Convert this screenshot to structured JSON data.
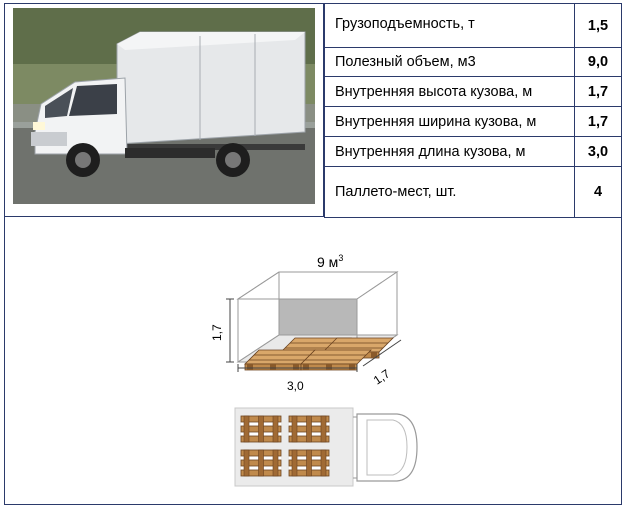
{
  "specs": [
    {
      "label": "Грузоподъемность, т",
      "value": "1,5"
    },
    {
      "label": "Полезный объем, м3",
      "value": "9,0"
    },
    {
      "label": "Внутренняя высота кузова, м",
      "value": "1,7"
    },
    {
      "label": "Внутренняя ширина кузова, м",
      "value": "1,7"
    },
    {
      "label": "Внутренняя длина кузова, м",
      "value": "3,0"
    },
    {
      "label": "Паллето-мест, шт.",
      "value": "4"
    }
  ],
  "diagram": {
    "volume_label": "9 м",
    "volume_exp": "3",
    "height_label": "1,7",
    "length_label": "3,0",
    "width_label": "1,7"
  },
  "colors": {
    "border": "#2b3a6b",
    "pallet_wood": "#c08a4c",
    "pallet_dark": "#6b4320",
    "back_wall": "#b8b8b8"
  }
}
